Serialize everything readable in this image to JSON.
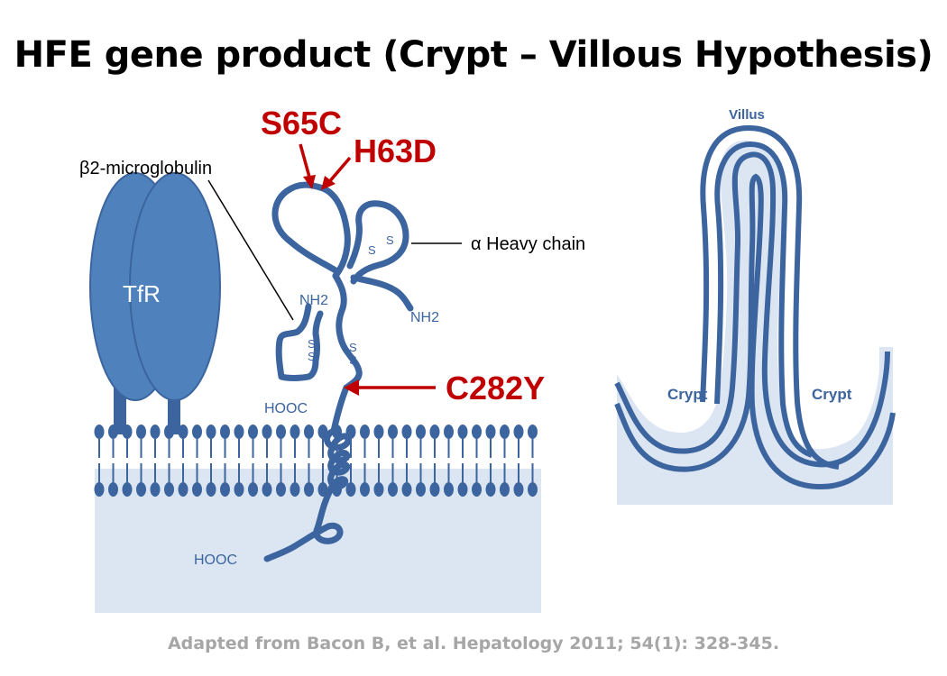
{
  "slide": {
    "title": "HFE gene product (Crypt – Villous Hypothesis)",
    "citation": "Adapted from Bacon B, et al. Hepatology 2011; 54(1): 328-345."
  },
  "membrane": {
    "tfr_label": "TfR",
    "b2m_label": "β2-microglobulin",
    "heavy_chain_label": "α Heavy chain",
    "nh2_left": "NH2",
    "nh2_right": "NH2",
    "hooc_b2m": "HOOC",
    "hooc_tail": "HOOC",
    "ss_a": "S",
    "ss_b": "S",
    "ss_c": "S",
    "ss_d": "S",
    "ss_e": "S",
    "ss_f": "S"
  },
  "mutations": {
    "s65c": "S65C",
    "h63d": "H63D",
    "c282y": "C282Y"
  },
  "intestine": {
    "villus": "Villus",
    "crypt_left": "Crypt",
    "crypt_right": "Crypt"
  },
  "colors": {
    "protein_blue": "#3c649e",
    "tfr_fill": "#4f81bd",
    "mutation_red": "#c00000",
    "background_fill": "#dce6f2",
    "citation_gray": "#a6a6a6"
  }
}
